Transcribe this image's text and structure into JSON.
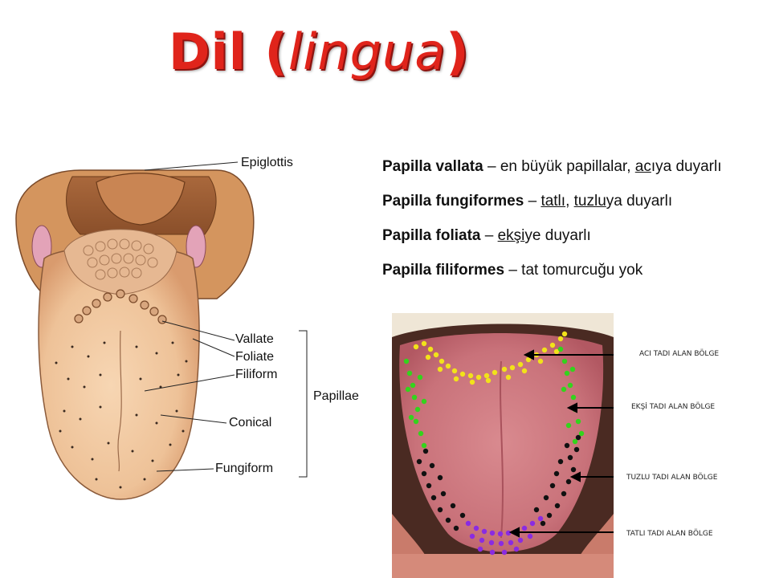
{
  "title": {
    "main": "Dil",
    "open": " (",
    "italic": "lingua",
    "close": ")"
  },
  "left_figure": {
    "labels": {
      "epiglottis": "Epiglottis",
      "vallate": "Vallate",
      "foliate": "Foliate",
      "filiform": "Filiform",
      "conical": "Conical",
      "fungiform": "Fungiform",
      "papillae": "Papillae"
    }
  },
  "descriptions": [
    {
      "term": "Papilla vallata",
      "sep": " – ",
      "parts": [
        {
          "t": "en büyük papillalar, "
        },
        {
          "t": "ac",
          "u": true
        },
        {
          "t": "ıya duyarlı"
        }
      ]
    },
    {
      "term": "Papilla fungiformes",
      "sep": " – ",
      "parts": [
        {
          "t": "tatlı",
          "u": true
        },
        {
          "t": ", "
        },
        {
          "t": "tuzlu",
          "u": true
        },
        {
          "t": "ya duyarlı"
        }
      ]
    },
    {
      "term": "Papilla foliata",
      "sep": " – ",
      "parts": [
        {
          "t": "ekşi",
          "u": true
        },
        {
          "t": "ye duyarlı"
        }
      ]
    },
    {
      "term": "Papilla filiformes",
      "sep": " – ",
      "parts": [
        {
          "t": "tat tomurcuğu yok"
        }
      ]
    }
  ],
  "taste_map": {
    "bitter": "ACI TADI ALAN BÖLGE",
    "sour": "EKŞİ TADI ALAN BÖLGE",
    "salty": "TUZLU TADI ALAN BÖLGE",
    "sweet": "TATLI TADI ALAN BÖLGE",
    "colors": {
      "bitter": "#f2e21a",
      "sour": "#33d41c",
      "salty": "#111111",
      "sweet": "#8a2be2"
    }
  }
}
